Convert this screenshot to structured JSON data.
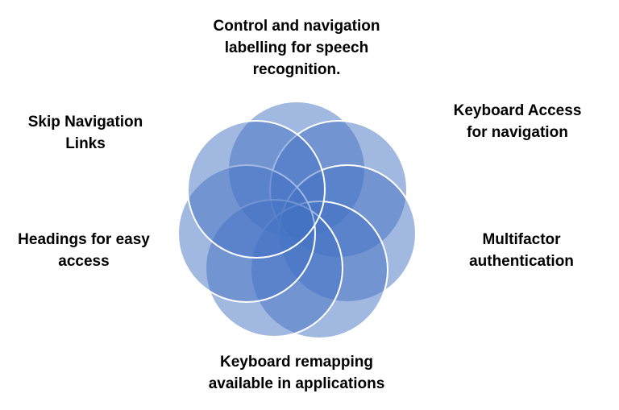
{
  "colors": {
    "fill": "#4472C4",
    "stroke": "#ffffff"
  },
  "labels": {
    "top": [
      "Control and navigation",
      "labelling for speech",
      "recognition."
    ],
    "upper_right": [
      "Keyboard Access",
      "for navigation"
    ],
    "right": [
      "Multifactor",
      "authentication"
    ],
    "bottom": [
      "Keyboard remapping",
      "available in applications"
    ],
    "left": [
      "Headings for easy",
      "access"
    ],
    "upper_left": [
      "Skip Navigation",
      "Links"
    ]
  }
}
